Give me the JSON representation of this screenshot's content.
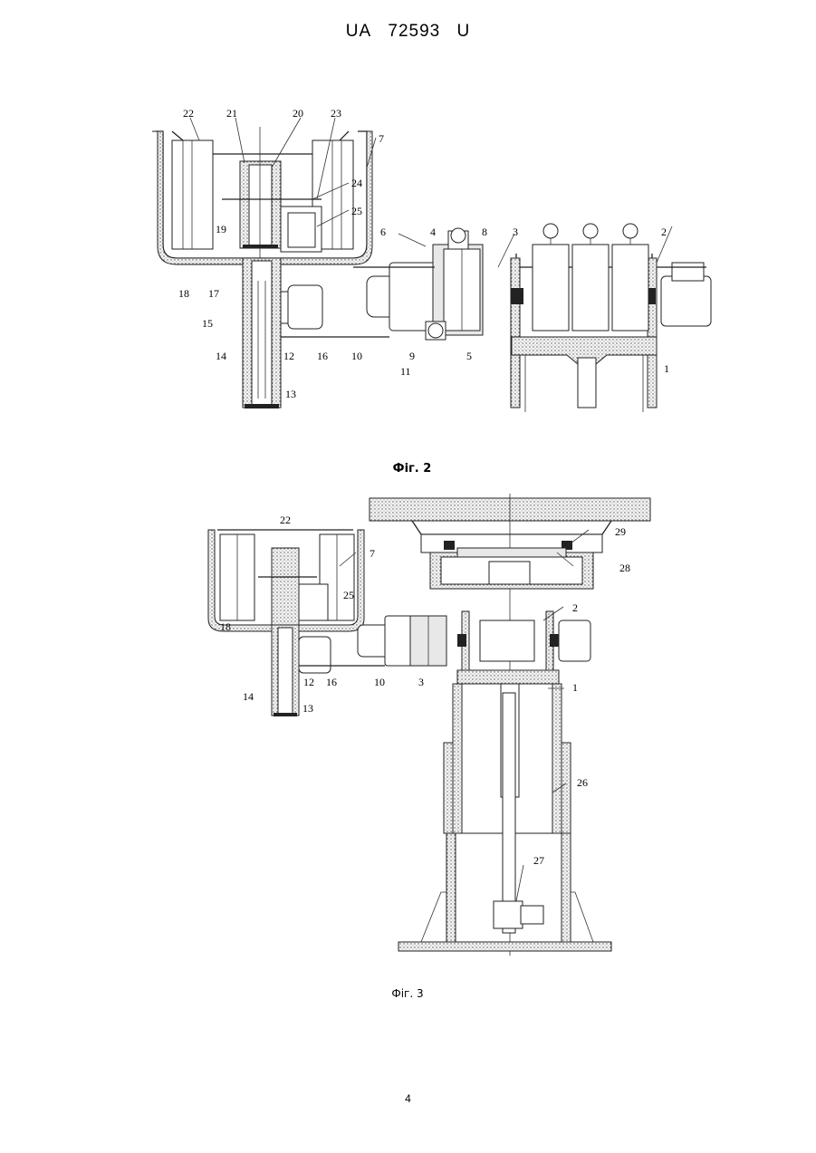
{
  "header": {
    "country": "UA",
    "number": "72593",
    "kind": "U"
  },
  "figure2": {
    "caption": "Фіг. 2",
    "labels": [
      "22",
      "21",
      "20",
      "23",
      "7",
      "24",
      "19",
      "25",
      "6",
      "4",
      "8",
      "3",
      "2",
      "18",
      "17",
      "15",
      "14",
      "16",
      "12",
      "10",
      "9",
      "5",
      "11",
      "13",
      "1"
    ]
  },
  "figure3": {
    "caption": "Фіг. 3",
    "labels": [
      "22",
      "7",
      "25",
      "18",
      "29",
      "28",
      "2",
      "16",
      "12",
      "10",
      "3",
      "14",
      "13",
      "1",
      "26",
      "27"
    ]
  },
  "page_number": "4"
}
